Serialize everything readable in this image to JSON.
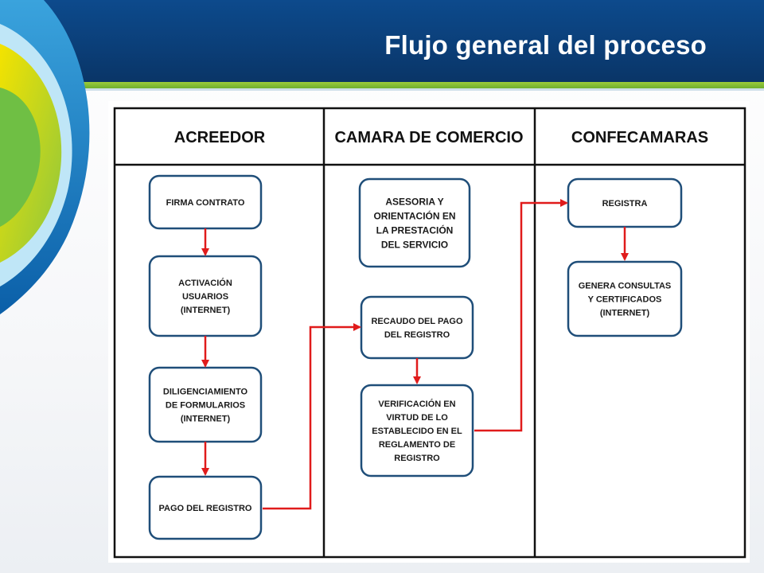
{
  "slide": {
    "title": "Flujo general del proceso"
  },
  "colors": {
    "header_blue": "#0b3f79",
    "accent_green": "#8cc63f",
    "box_border": "#1f4e79",
    "arrow_red": "#e01b1b"
  },
  "diagram": {
    "columns": [
      {
        "label": "ACREEDOR"
      },
      {
        "label": "CAMARA DE COMERCIO"
      },
      {
        "label": "CONFECAMARAS"
      }
    ],
    "boxes": {
      "firma": {
        "lines": [
          "FIRMA CONTRATO"
        ]
      },
      "activacion": {
        "lines": [
          "ACTIVACIÓN",
          "USUARIOS",
          "(INTERNET)"
        ]
      },
      "diligenciamiento": {
        "lines": [
          "DILIGENCIAMIENTO",
          "DE FORMULARIOS",
          "(INTERNET)"
        ]
      },
      "pago": {
        "lines": [
          "PAGO DEL REGISTRO"
        ]
      },
      "asesoria": {
        "lines": [
          "ASESORIA Y",
          "ORIENTACIÓN EN",
          "LA PRESTACIÓN",
          "DEL SERVICIO"
        ]
      },
      "recaudo": {
        "lines": [
          "RECAUDO DEL PAGO",
          "DEL REGISTRO"
        ]
      },
      "verificacion": {
        "lines": [
          "VERIFICACIÓN EN",
          "VIRTUD DE LO",
          "ESTABLECIDO EN EL",
          "REGLAMENTO DE",
          "REGISTRO"
        ]
      },
      "registra": {
        "lines": [
          "REGISTRA"
        ]
      },
      "genera": {
        "lines": [
          "GENERA CONSULTAS",
          "Y CERTIFICADOS",
          "(INTERNET)"
        ]
      }
    }
  }
}
